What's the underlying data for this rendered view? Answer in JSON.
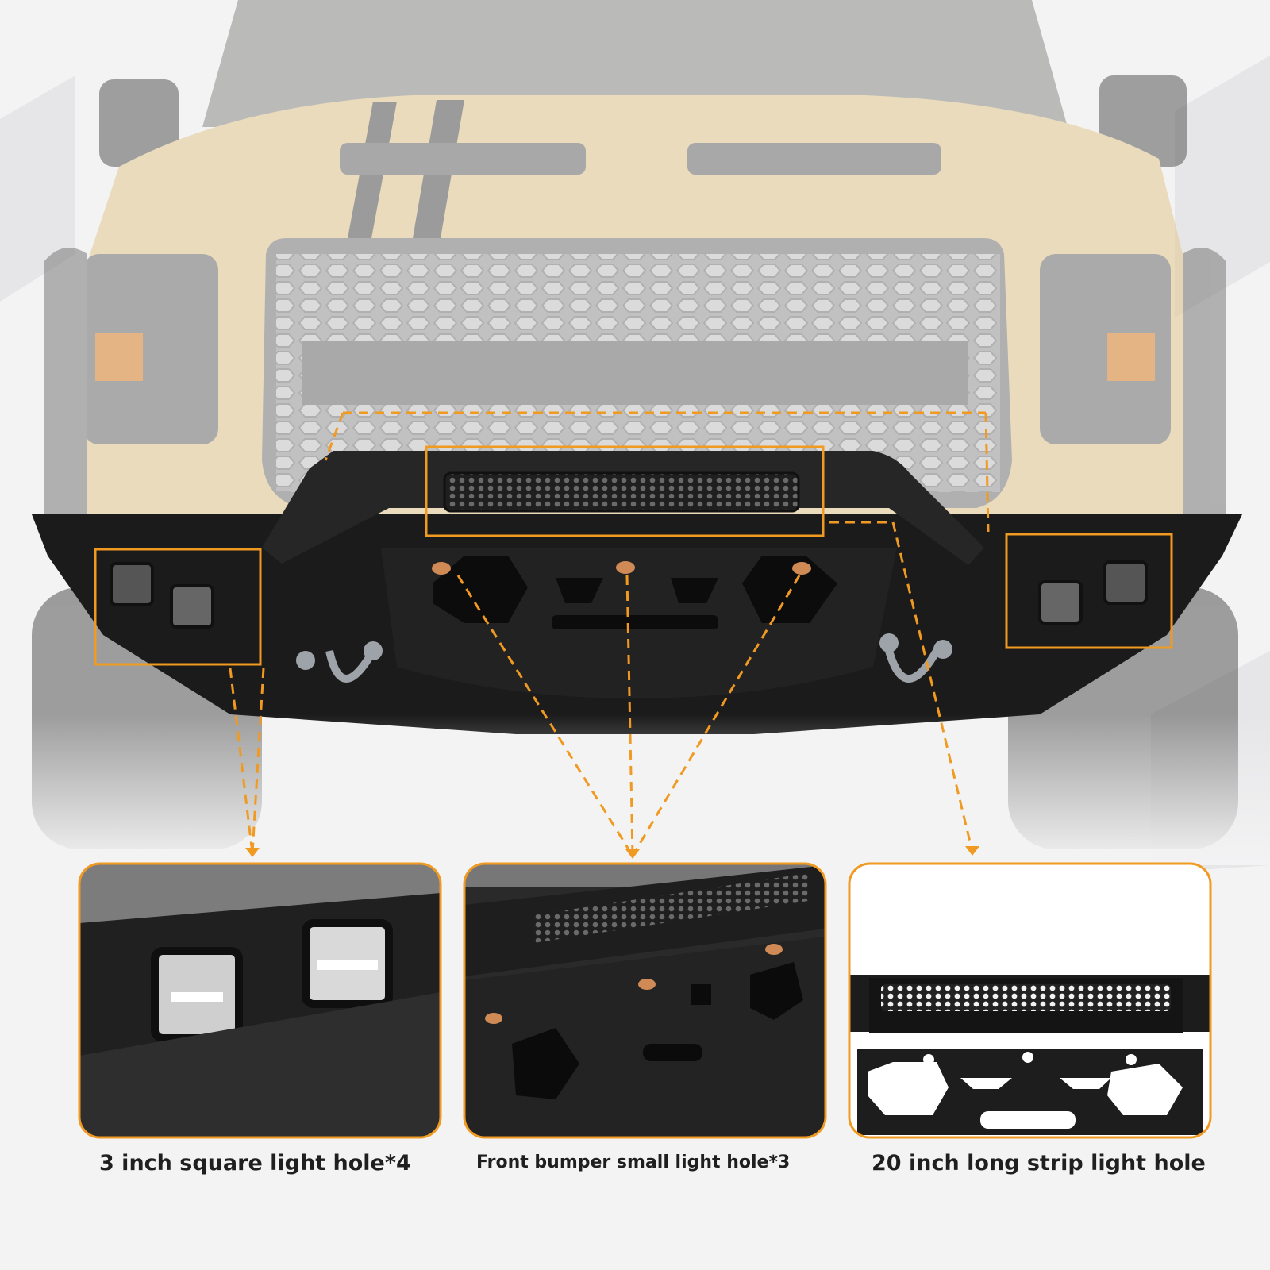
{
  "accent_color": "#f09a22",
  "callouts": [
    {
      "caption": "3 inch square light hole*4"
    },
    {
      "caption": "Front bumper small light hole*3"
    },
    {
      "caption": "20 inch long strip light hole"
    }
  ]
}
